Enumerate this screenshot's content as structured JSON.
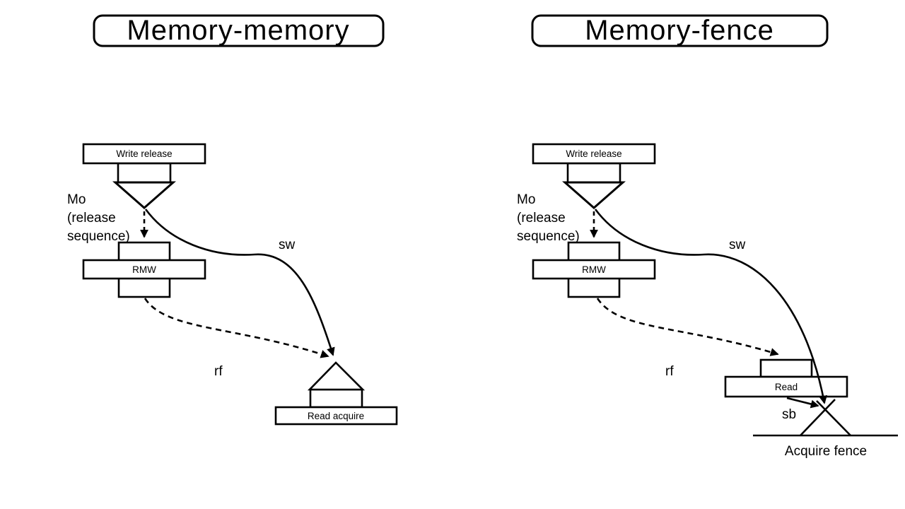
{
  "slide": {
    "background": "#ffffff",
    "stroke_color": "#000000"
  },
  "titles": [
    {
      "label": "Memory-memory"
    },
    {
      "label": "Memory-fence"
    }
  ],
  "diagrams": [
    {
      "name": "memory-memory",
      "write_label": "Write release",
      "mo_lines": [
        "Mo",
        "(release",
        "sequence)"
      ],
      "rmw_label": "RMW",
      "sw_label": "sw",
      "rf_label": "rf",
      "read_label": "Read acquire"
    },
    {
      "name": "memory-fence",
      "write_label": "Write release",
      "mo_lines": [
        "Mo",
        "(release",
        "sequence)"
      ],
      "rmw_label": "RMW",
      "sw_label": "sw",
      "rf_label": "rf",
      "read_label": "Read",
      "sb_label": "sb",
      "fence_label": "Acquire fence"
    }
  ]
}
